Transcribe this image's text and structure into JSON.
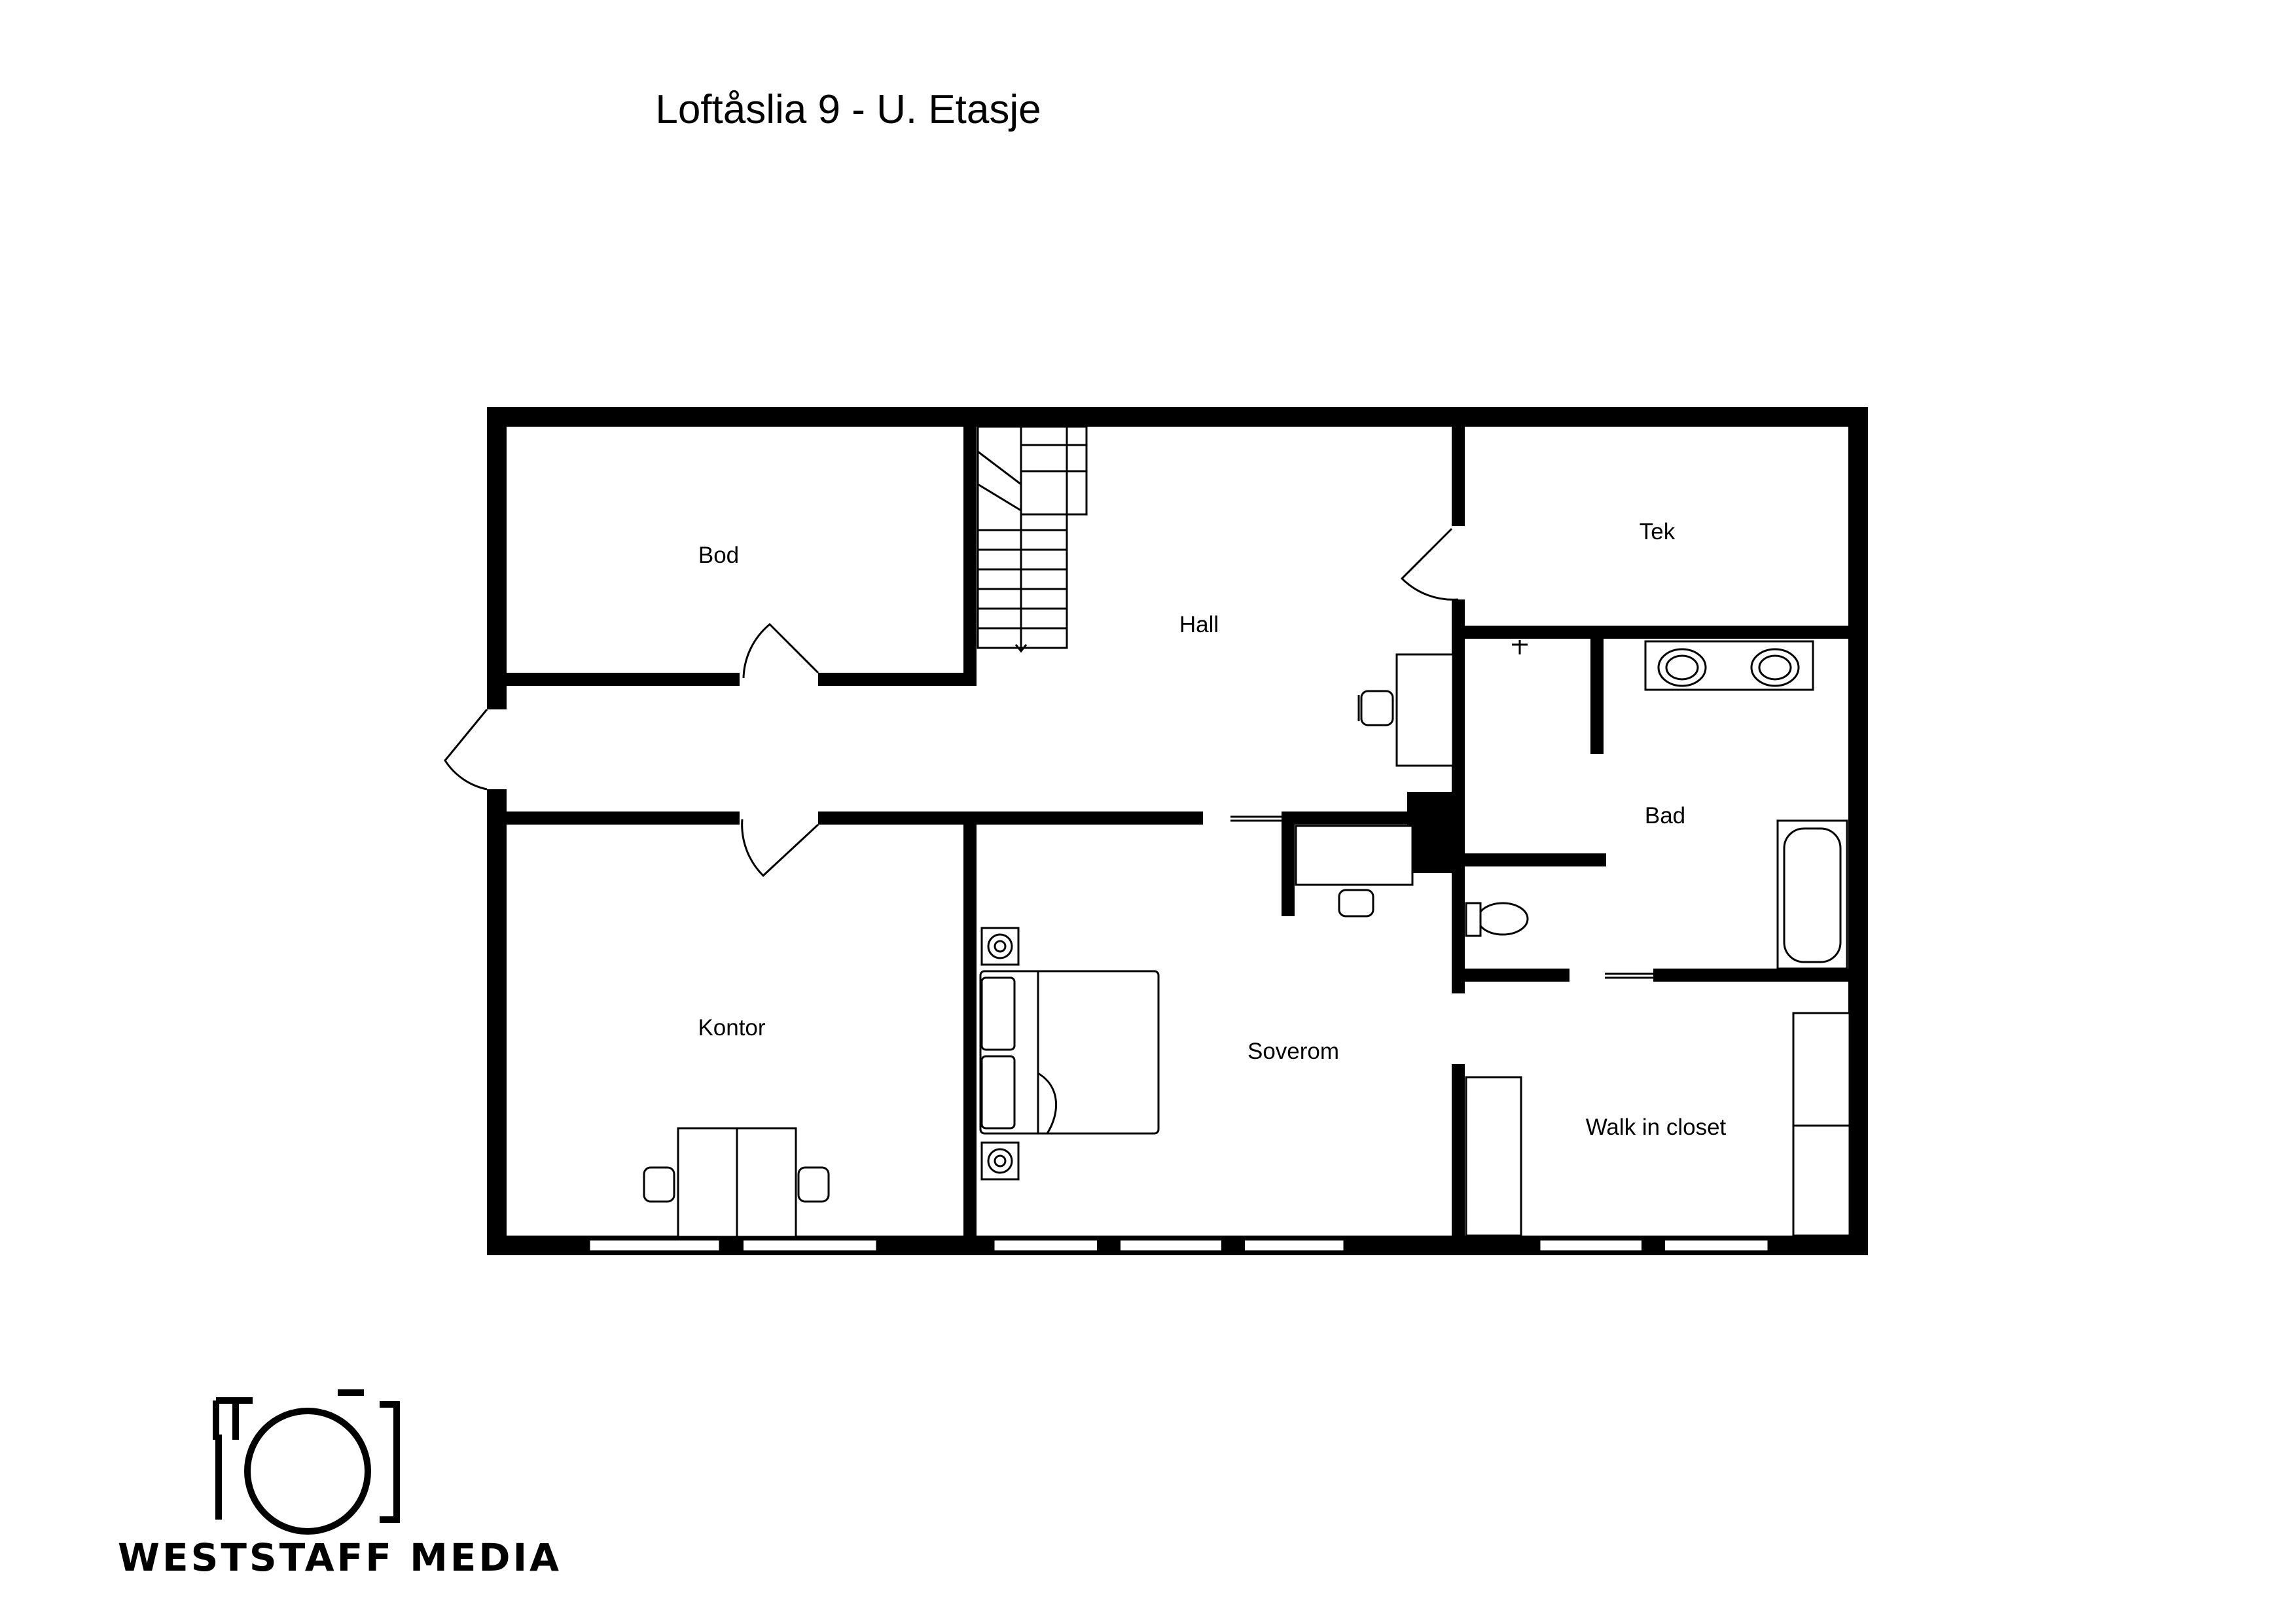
{
  "title": "Loftåslia 9 - U. Etasje",
  "rooms": {
    "bod": "Bod",
    "hall": "Hall",
    "tek": "Tek",
    "bad": "Bad",
    "kontor": "Kontor",
    "soverom": "Soverom",
    "walk_in_closet": "Walk in closet"
  },
  "logo": {
    "text": "WESTSTAFF MEDIA"
  },
  "colors": {
    "wall": "#000000",
    "background": "#ffffff"
  }
}
